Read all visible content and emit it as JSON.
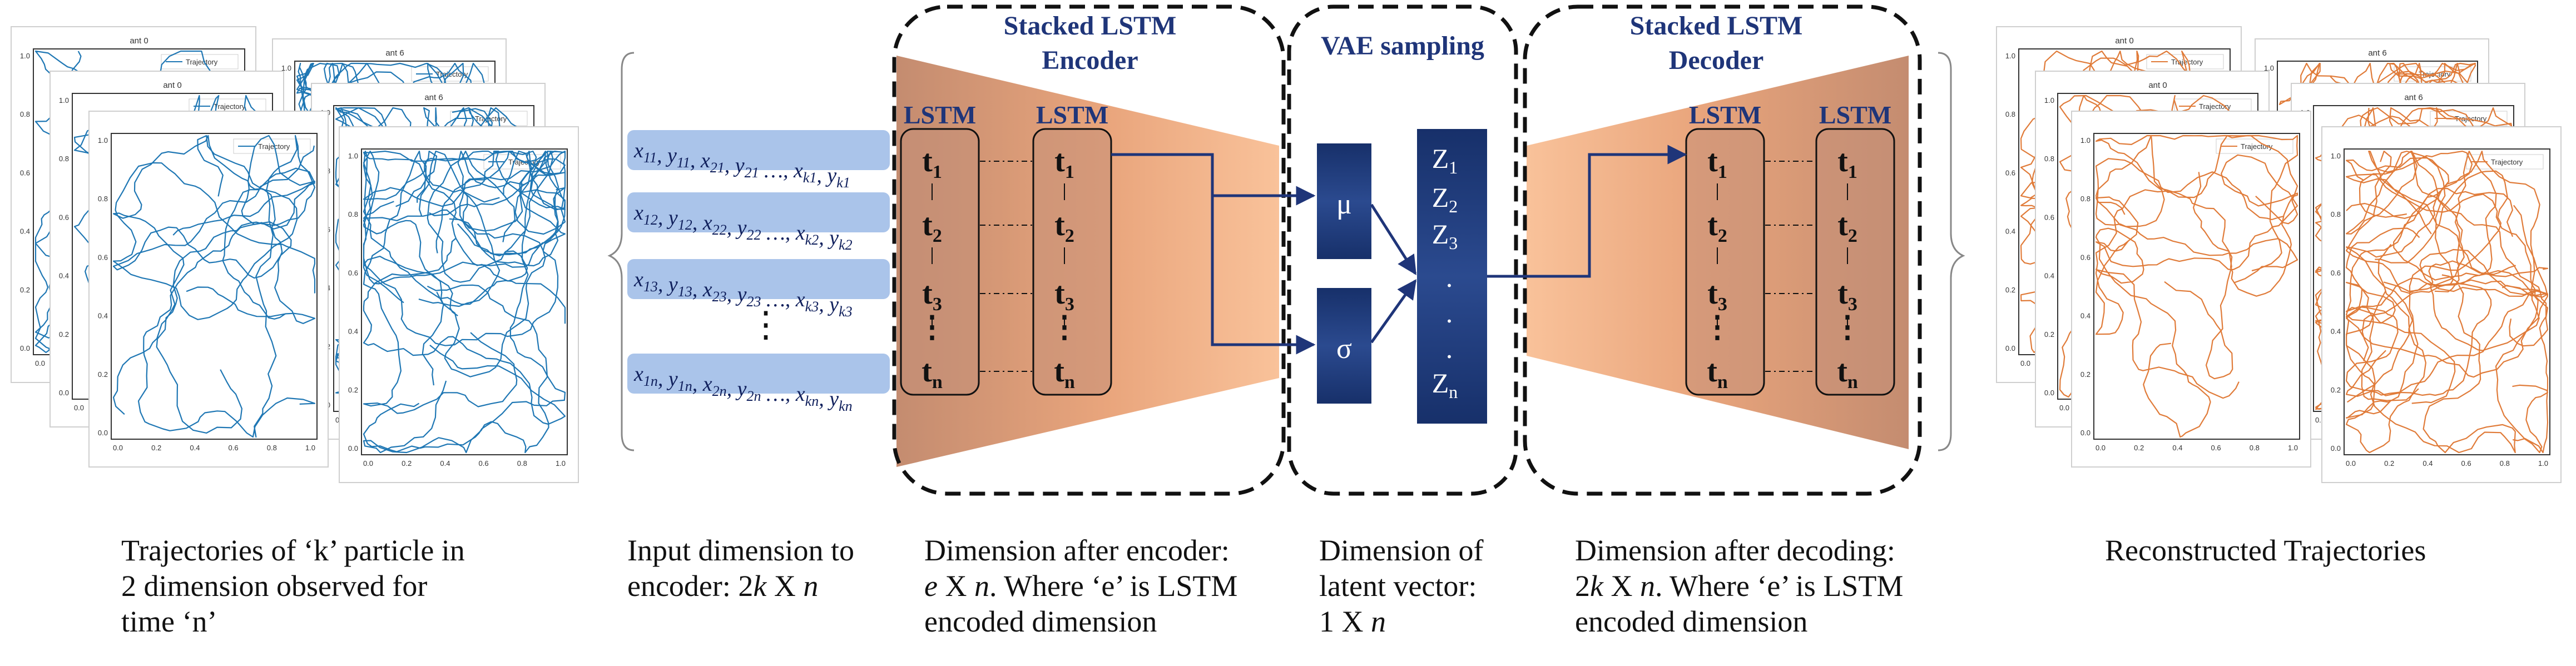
{
  "colors": {
    "trajectory_blue": "#1f77b4",
    "reconstructed_orange": "#e07b39",
    "input_box": "#aac4ea",
    "latent_navy": "#1e3a78",
    "title_navy": "#1f3579",
    "cone_orange": "#f6b487",
    "cone_brown": "#c48c70",
    "lstm_fill": "#c49078"
  },
  "input_plots": {
    "titles": [
      "ant 0",
      "ant 6",
      "ant 0",
      "ant 6",
      "",
      ""
    ],
    "legend_label": "Trajectory",
    "y_ticks": [
      "1.0",
      "0.8",
      "0.6",
      "0.4",
      "0.2",
      "0.0"
    ],
    "x_ticks": [
      "0.0",
      "0.2",
      "0.4",
      "0.6",
      "0.8",
      "1.0"
    ]
  },
  "output_plots": {
    "titles": [
      "ant 0",
      "ant 6",
      "ant 0",
      "ant 6",
      "",
      ""
    ],
    "legend_label": "Trajectory",
    "y_ticks": [
      "1.0",
      "0.8",
      "0.6",
      "0.4",
      "0.2",
      "0.0"
    ],
    "x_ticks": [
      "0.0",
      "0.2",
      "0.4",
      "0.6",
      "0.8",
      "1.0"
    ]
  },
  "input_rows": [
    {
      "base": [
        "x",
        "y",
        "x",
        "y",
        "x",
        "y"
      ],
      "subs": [
        "11",
        "11",
        "21",
        "21",
        "k1",
        "k1"
      ]
    },
    {
      "base": [
        "x",
        "y",
        "x",
        "y",
        "x",
        "y"
      ],
      "subs": [
        "12",
        "12",
        "22",
        "22",
        "k2",
        "k2"
      ]
    },
    {
      "base": [
        "x",
        "y",
        "x",
        "y",
        "x",
        "y"
      ],
      "subs": [
        "13",
        "13",
        "23",
        "23",
        "k3",
        "k3"
      ]
    },
    {
      "base": [
        "x",
        "y",
        "x",
        "y",
        "x",
        "y"
      ],
      "subs": [
        "1n",
        "1n",
        "2n",
        "2n",
        "kn",
        "kn"
      ]
    }
  ],
  "input_ellipsis": "⋮",
  "encoder": {
    "title_line1": "Stacked LSTM",
    "title_line2": "Encoder",
    "lstm_label": "LSTM",
    "cells": [
      {
        "t": "t",
        "sub": "1"
      },
      {
        "t": "t",
        "sub": "2"
      },
      {
        "t": "t",
        "sub": "3"
      },
      {
        "t": "t",
        "sub": "n"
      }
    ]
  },
  "vae": {
    "title": "VAE sampling",
    "mu": "μ",
    "sigma": "σ",
    "latent": [
      {
        "t": "Z",
        "sub": "1"
      },
      {
        "t": "Z",
        "sub": "2"
      },
      {
        "t": "Z",
        "sub": "3"
      },
      {
        "t": "Z",
        "sub": "n"
      }
    ],
    "latent_dot": "."
  },
  "decoder": {
    "title_line1": "Stacked LSTM",
    "title_line2": "Decoder",
    "lstm_label": "LSTM",
    "cells": [
      {
        "t": "t",
        "sub": "1"
      },
      {
        "t": "t",
        "sub": "2"
      },
      {
        "t": "t",
        "sub": "3"
      },
      {
        "t": "t",
        "sub": "n"
      }
    ]
  },
  "captions": {
    "input_traj": [
      "Trajectories of ‘k’ particle in",
      "2 dimension observed for",
      "time ‘n’"
    ],
    "input_dim": {
      "line1": "Input dimension to",
      "line2_pre": "encoder: 2",
      "line2_k": "k",
      "line2_mid": " X ",
      "line2_n": "n"
    },
    "encoder_dim": {
      "line1": "Dimension after encoder:",
      "line2_e": "e",
      "line2_mid": " X ",
      "line2_n": "n",
      "line2_post": ". Where ‘e’ is LSTM",
      "line3": "encoded dimension"
    },
    "latent_dim": {
      "line1": "Dimension of",
      "line2": "latent vector:",
      "line3_pre": "1 X ",
      "line3_n": "n"
    },
    "decoder_dim": {
      "line1": "Dimension after decoding:",
      "line2_pre": "2",
      "line2_k": "k",
      "line2_mid": " X ",
      "line2_n": "n",
      "line2_post": ". Where ‘e’ is LSTM",
      "line3": "encoded dimension"
    },
    "reconstructed": "Reconstructed Trajectories"
  }
}
